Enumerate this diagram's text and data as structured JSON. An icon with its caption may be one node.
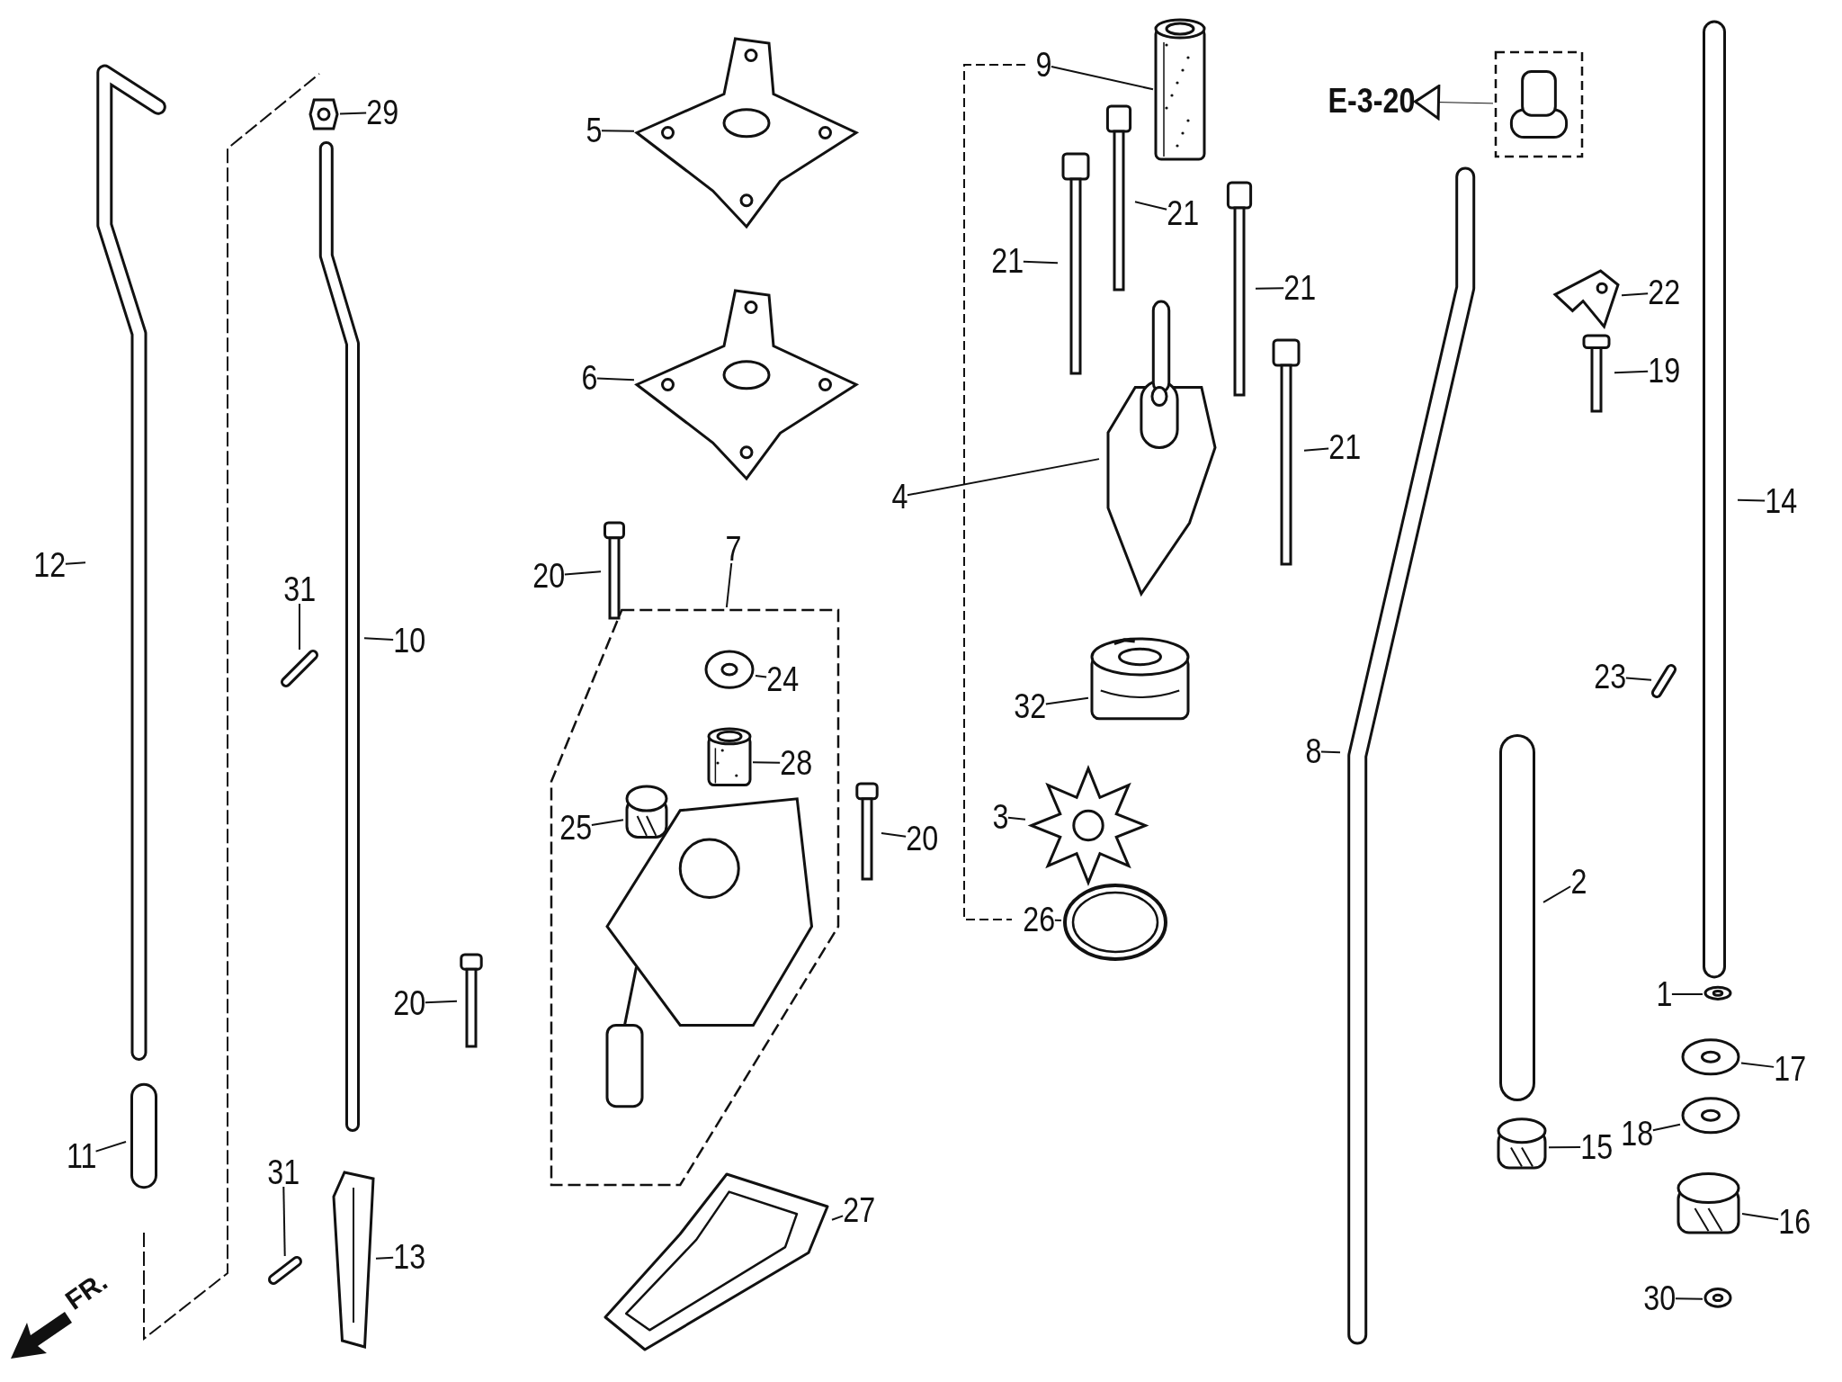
{
  "diagram": {
    "nodes": [
      {
        "text": [
          "12"
        ]
      },
      {
        "text": [],
        "shape": "picture"
      },
      {
        "text": [
          "11"
        ]
      },
      {
        "text": [],
        "shape": "picture"
      },
      {
        "text": [
          "29"
        ]
      },
      {
        "text": [],
        "shape": "picture"
      },
      {
        "text": [
          "31"
        ]
      },
      {
        "text": [],
        "shape": "picture"
      },
      {
        "text": [
          "10"
        ]
      },
      {
        "text": [],
        "shape": "picture"
      },
      {
        "text": [
          "31"
        ]
      },
      {
        "text": [],
        "shape": "picture"
      },
      {
        "text": [
          "13"
        ]
      },
      {
        "text": [],
        "shape": "picture"
      },
      {
        "text": [
          "5"
        ]
      },
      {
        "text": [],
        "shape": "picture"
      },
      {
        "text": [
          "6"
        ]
      },
      {
        "text": [],
        "shape": "picture"
      },
      {
        "text": [
          "7"
        ]
      },
      {
        "text": [],
        "shape": "picture"
      },
      {
        "text": [
          "20"
        ]
      },
      {
        "text": [],
        "shape": "picture"
      },
      {
        "text": [
          "24"
        ],
        "in": 19
      },
      {
        "text": [],
        "shape": "picture",
        "in": 19
      },
      {
        "text": [
          "28"
        ],
        "in": 19
      },
      {
        "text": [],
        "shape": "picture",
        "in": 19
      },
      {
        "text": [
          "25"
        ],
        "in": 19
      },
      {
        "text": [],
        "shape": "picture",
        "in": 19
      },
      {
        "text": [
          "20"
        ]
      },
      {
        "text": [],
        "shape": "picture"
      },
      {
        "text": [
          "20"
        ]
      },
      {
        "text": [],
        "shape": "picture"
      },
      {
        "text": [
          "27"
        ]
      },
      {
        "text": [],
        "shape": "picture"
      },
      {
        "text": [
          "9"
        ]
      },
      {
        "text": [],
        "shape": "picture"
      },
      {
        "text": [
          "21"
        ]
      },
      {
        "text": [],
        "shape": "picture"
      },
      {
        "text": [
          "21"
        ]
      },
      {
        "text": [],
        "shape": "picture"
      },
      {
        "text": [
          "21"
        ]
      },
      {
        "text": [],
        "shape": "picture"
      },
      {
        "text": [
          "21"
        ]
      },
      {
        "text": [],
        "shape": "picture"
      },
      {
        "text": [
          "4"
        ]
      },
      {
        "text": [],
        "shape": "picture"
      },
      {
        "text": [
          "32"
        ]
      },
      {
        "text": [],
        "shape": "picture"
      },
      {
        "text": [
          "3"
        ]
      },
      {
        "text": [],
        "shape": "picture"
      },
      {
        "text": [
          "26"
        ]
      },
      {
        "text": [],
        "shape": "picture"
      },
      {
        "text": [
          "E-3-20"
        ]
      },
      {
        "text": [],
        "shape": "picture"
      },
      {
        "text": [
          "22"
        ]
      },
      {
        "text": [],
        "shape": "picture"
      },
      {
        "text": [
          "19"
        ]
      },
      {
        "text": [],
        "shape": "picture"
      },
      {
        "text": [
          "8"
        ]
      },
      {
        "text": [],
        "shape": "picture"
      },
      {
        "text": [
          "2"
        ]
      },
      {
        "text": [],
        "shape": "picture"
      },
      {
        "text": [
          "15"
        ]
      },
      {
        "text": [],
        "shape": "picture"
      },
      {
        "text": [
          "14"
        ]
      },
      {
        "text": [],
        "shape": "picture"
      },
      {
        "text": [
          "23"
        ]
      },
      {
        "text": [],
        "shape": "picture"
      },
      {
        "text": [
          "1"
        ]
      },
      {
        "text": [],
        "shape": "picture"
      },
      {
        "text": [
          "17"
        ]
      },
      {
        "text": [],
        "shape": "picture"
      },
      {
        "text": [
          "18"
        ]
      },
      {
        "text": [],
        "shape": "picture"
      },
      {
        "text": [
          "16"
        ]
      },
      {
        "text": [],
        "shape": "picture"
      },
      {
        "text": [
          "30"
        ]
      },
      {
        "text": [],
        "shape": "picture"
      }
    ],
    "edges": [
      {
        "from": 0,
        "to": 1,
        "arrow": "none"
      },
      {
        "from": 2,
        "to": 3,
        "arrow": "none"
      },
      {
        "from": 4,
        "to": 5,
        "arrow": "none"
      },
      {
        "from": 6,
        "to": 7,
        "arrow": "none"
      },
      {
        "from": 8,
        "to": 9,
        "arrow": "none"
      },
      {
        "from": 10,
        "to": 11,
        "arrow": "none"
      },
      {
        "from": 12,
        "to": 13,
        "arrow": "none"
      },
      {
        "from": 14,
        "to": 15,
        "arrow": "none"
      },
      {
        "from": 16,
        "to": 17,
        "arrow": "none"
      },
      {
        "from": 18,
        "to": 19,
        "arrow": "none"
      },
      {
        "from": 20,
        "to": 21,
        "arrow": "none"
      },
      {
        "from": 22,
        "to": 23,
        "arrow": "none"
      },
      {
        "from": 24,
        "to": 25,
        "arrow": "none"
      },
      {
        "from": 26,
        "to": 27,
        "arrow": "none"
      },
      {
        "from": 28,
        "to": 29,
        "arrow": "none"
      },
      {
        "from": 30,
        "to": 31,
        "arrow": "none"
      },
      {
        "from": 32,
        "to": 33,
        "arrow": "none"
      },
      {
        "from": 34,
        "to": 35,
        "arrow": "none"
      },
      {
        "from": 36,
        "to": 37,
        "arrow": "none"
      },
      {
        "from": 38,
        "to": 39,
        "arrow": "none"
      },
      {
        "from": 40,
        "to": 41,
        "arrow": "none"
      },
      {
        "from": 42,
        "to": 43,
        "arrow": "none"
      },
      {
        "from": 44,
        "to": 45,
        "arrow": "none"
      },
      {
        "from": 46,
        "to": 47,
        "arrow": "none"
      },
      {
        "from": 48,
        "to": 49,
        "arrow": "none"
      },
      {
        "from": 50,
        "to": 51,
        "arrow": "none"
      },
      {
        "from": 53,
        "to": 52,
        "arrow": "to"
      },
      {
        "from": 54,
        "to": 55,
        "arrow": "none"
      },
      {
        "from": 56,
        "to": 57,
        "arrow": "none"
      },
      {
        "from": 58,
        "to": 59,
        "arrow": "none"
      },
      {
        "from": 60,
        "to": 61,
        "arrow": "none"
      },
      {
        "from": 62,
        "to": 63,
        "arrow": "none"
      },
      {
        "from": 64,
        "to": 65,
        "arrow": "none"
      },
      {
        "from": 66,
        "to": 67,
        "arrow": "none"
      },
      {
        "from": 68,
        "to": 69,
        "arrow": "none"
      },
      {
        "from": 70,
        "to": 71,
        "arrow": "none"
      },
      {
        "from": 72,
        "to": 73,
        "arrow": "none"
      },
      {
        "from": 74,
        "to": 75,
        "arrow": "none"
      },
      {
        "from": 76,
        "to": 77,
        "arrow": "none"
      }
    ],
    "labels": [
      "FR."
    ]
  }
}
